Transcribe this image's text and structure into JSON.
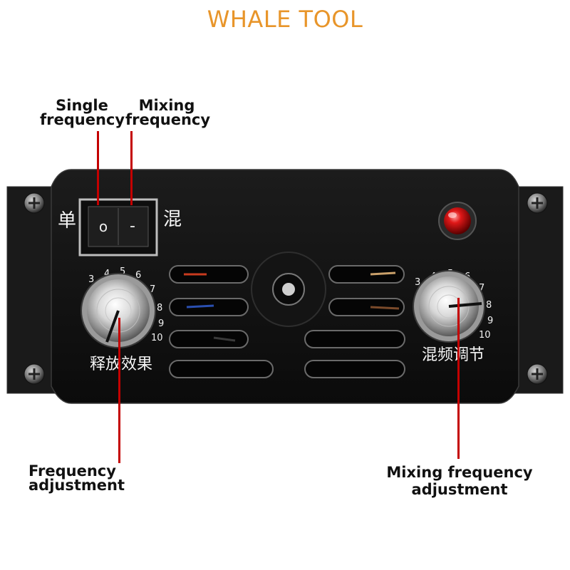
{
  "brand": {
    "title": "WHALE TOOL",
    "color": "#e8952a"
  },
  "callouts": {
    "single_line1": "Single",
    "single_line2": "frequency",
    "mixing_line1": "Mixing",
    "mixing_line2": "frequency",
    "freq_adj": "Frequency adjustment",
    "mix_adj_line1": "Mixing frequency",
    "mix_adj_line2": "adjustment",
    "line_color": "#c40000"
  },
  "panel": {
    "switch_left_label": "单",
    "switch_right_label": "混",
    "switch_off_symbol": "o",
    "switch_on_symbol": "-",
    "left_knob_label": "释放效果",
    "right_knob_label": "混频调节",
    "dial_numbers": [
      "3",
      "4",
      "5",
      "6",
      "7",
      "8",
      "9",
      "10"
    ],
    "indicator_color": "#d01010",
    "panel_color": "#111111"
  }
}
